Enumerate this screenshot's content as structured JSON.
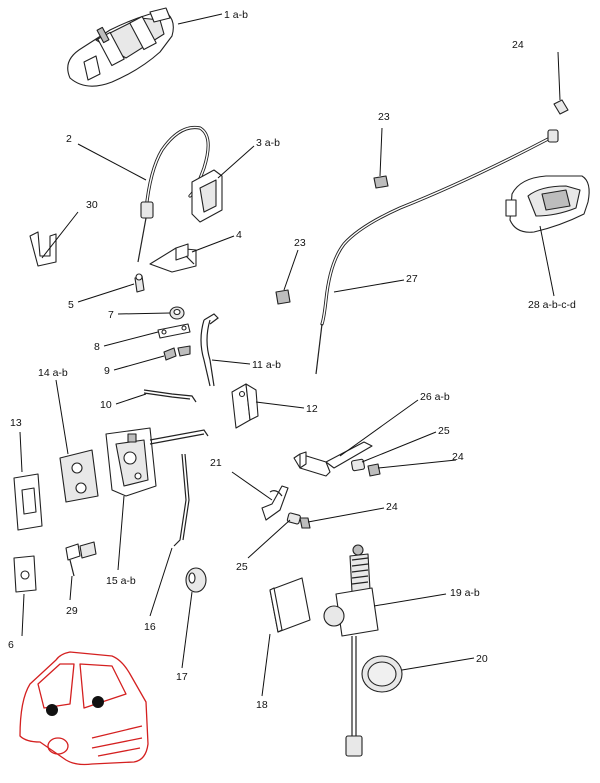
{
  "callouts": [
    {
      "id": "c1",
      "text": "1 a-b"
    },
    {
      "id": "c2",
      "text": "2"
    },
    {
      "id": "c3",
      "text": "3 a-b"
    },
    {
      "id": "c4",
      "text": "4"
    },
    {
      "id": "c5",
      "text": "5"
    },
    {
      "id": "c6",
      "text": "6"
    },
    {
      "id": "c7",
      "text": "7"
    },
    {
      "id": "c8",
      "text": "8"
    },
    {
      "id": "c9",
      "text": "9"
    },
    {
      "id": "c10",
      "text": "10"
    },
    {
      "id": "c11",
      "text": "11 a-b"
    },
    {
      "id": "c12",
      "text": "12"
    },
    {
      "id": "c13",
      "text": "13"
    },
    {
      "id": "c14",
      "text": "14 a-b"
    },
    {
      "id": "c15",
      "text": "15 a-b"
    },
    {
      "id": "c16",
      "text": "16"
    },
    {
      "id": "c17",
      "text": "17"
    },
    {
      "id": "c18",
      "text": "18"
    },
    {
      "id": "c19",
      "text": "19 a-b"
    },
    {
      "id": "c20",
      "text": "20"
    },
    {
      "id": "c21",
      "text": "21"
    },
    {
      "id": "c23a",
      "text": "23"
    },
    {
      "id": "c23b",
      "text": "23"
    },
    {
      "id": "c24a",
      "text": "24"
    },
    {
      "id": "c24b",
      "text": "24"
    },
    {
      "id": "c24c",
      "text": "24"
    },
    {
      "id": "c25a",
      "text": "25"
    },
    {
      "id": "c25b",
      "text": "25"
    },
    {
      "id": "c26",
      "text": "26 a-b"
    },
    {
      "id": "c27",
      "text": "27"
    },
    {
      "id": "c28",
      "text": "28 a-b-c-d"
    },
    {
      "id": "c29",
      "text": "29"
    },
    {
      "id": "c30",
      "text": "30"
    }
  ],
  "colors": {
    "linework": "#222222",
    "vehicle_outline": "#d42020",
    "background": "#ffffff"
  }
}
